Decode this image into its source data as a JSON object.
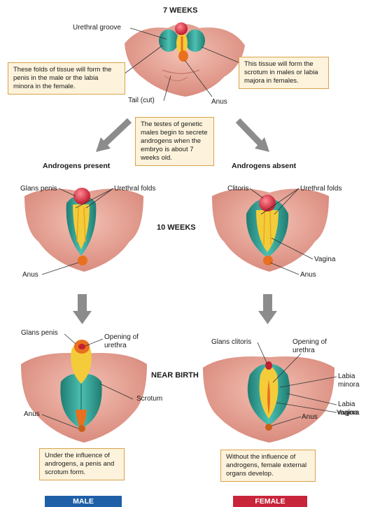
{
  "stages": {
    "week7": "7 WEEKS",
    "week10": "10 WEEKS",
    "birth": "NEAR BIRTH"
  },
  "headers": {
    "present": "Androgens present",
    "absent": "Androgens absent"
  },
  "labels": {
    "urethral_groove": "Urethral groove",
    "tail": "Tail (cut)",
    "anus": "Anus",
    "glans_penis": "Glans penis",
    "urethral_folds": "Urethral folds",
    "clitoris": "Clitoris",
    "vagina": "Vagina",
    "opening_of_urethra": "Opening of\nurethra",
    "scrotum": "Scrotum",
    "glans_clitoris": "Glans clitoris",
    "labia_minora": "Labia\nminora",
    "labia_majora": "Labia\nmajora"
  },
  "notes": {
    "folds": "These folds of tissue will form the penis in the male or the labia minora in the female.",
    "tissue": "This tissue will form the scrotum in males or labia majora in females.",
    "testes": "The testes of genetic males begin to secrete androgens when the embryo is about 7 weeks old.",
    "male_outcome": "Under the influence of androgens, a penis and scrotum form.",
    "female_outcome": "Without the influence of androgens, female external organs develop."
  },
  "sex_labels": {
    "male": "MALE",
    "female": "FEMALE"
  },
  "colors": {
    "skin": "#eaa79a",
    "skin_dark": "#c97e72",
    "fold": "#3aa79b",
    "fold_dark": "#1f7c72",
    "yellow": "#f4cc3a",
    "orange": "#e8701f",
    "red": "#e23a4a",
    "arrow": "#8c8c8c",
    "note_fill": "#fdf3dc",
    "note_border": "#d9a24a",
    "male_bar": "#1f5fa8",
    "female_bar": "#c8243a"
  },
  "icons": [
    "down-arrow-icon",
    "diagonal-arrow-icon"
  ]
}
